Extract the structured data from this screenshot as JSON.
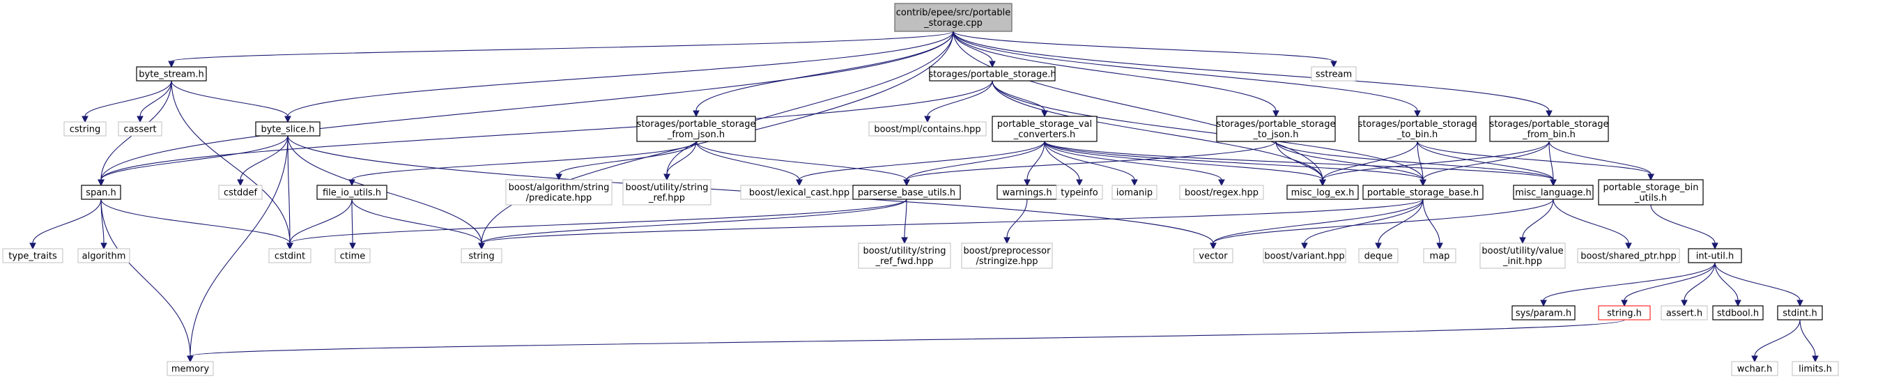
{
  "nodes": [
    {
      "id": "portable_storage_cpp",
      "lines": [
        "contrib/epee/src/portable",
        "_storage.cpp"
      ],
      "style": "root"
    },
    {
      "id": "byte_stream_h",
      "lines": [
        "byte_stream.h"
      ],
      "style": "doc"
    },
    {
      "id": "storages_portable_storage_h",
      "lines": [
        "storages/portable_storage.h"
      ],
      "style": "doc"
    },
    {
      "id": "sstream",
      "lines": [
        "sstream"
      ],
      "style": "sys"
    },
    {
      "id": "cstring",
      "lines": [
        "cstring"
      ],
      "style": "sys"
    },
    {
      "id": "cassert",
      "lines": [
        "cassert"
      ],
      "style": "sys"
    },
    {
      "id": "byte_slice_h",
      "lines": [
        "byte_slice.h"
      ],
      "style": "doc"
    },
    {
      "id": "boost_mpl_contains",
      "lines": [
        "boost/mpl/contains.hpp"
      ],
      "style": "sys"
    },
    {
      "id": "ps_from_json",
      "lines": [
        "storages/portable_storage",
        "_from_json.h"
      ],
      "style": "doc"
    },
    {
      "id": "ps_val_converters",
      "lines": [
        "portable_storage_val",
        "_converters.h"
      ],
      "style": "doc"
    },
    {
      "id": "ps_to_json",
      "lines": [
        "storages/portable_storage",
        "_to_json.h"
      ],
      "style": "doc"
    },
    {
      "id": "ps_to_bin",
      "lines": [
        "storages/portable_storage",
        "_to_bin.h"
      ],
      "style": "doc"
    },
    {
      "id": "ps_from_bin",
      "lines": [
        "storages/portable_storage",
        "_from_bin.h"
      ],
      "style": "doc"
    },
    {
      "id": "span_h",
      "lines": [
        "span.h"
      ],
      "style": "doc"
    },
    {
      "id": "cstddef",
      "lines": [
        "cstddef"
      ],
      "style": "sys"
    },
    {
      "id": "file_io_utils_h",
      "lines": [
        "file_io_utils.h"
      ],
      "style": "doc"
    },
    {
      "id": "boost_algo_predicate",
      "lines": [
        "boost/algorithm/string",
        "/predicate.hpp"
      ],
      "style": "sys"
    },
    {
      "id": "boost_utility_string_ref",
      "lines": [
        "boost/utility/string",
        "_ref.hpp"
      ],
      "style": "sys"
    },
    {
      "id": "boost_lexical_cast",
      "lines": [
        "boost/lexical_cast.hpp"
      ],
      "style": "sys"
    },
    {
      "id": "parserse_base_utils_h",
      "lines": [
        "parserse_base_utils.h"
      ],
      "style": "doc"
    },
    {
      "id": "warnings_h",
      "lines": [
        "warnings.h"
      ],
      "style": "doc"
    },
    {
      "id": "typeinfo",
      "lines": [
        "typeinfo"
      ],
      "style": "sys"
    },
    {
      "id": "iomanip",
      "lines": [
        "iomanip"
      ],
      "style": "sys"
    },
    {
      "id": "boost_regex",
      "lines": [
        "boost/regex.hpp"
      ],
      "style": "sys"
    },
    {
      "id": "misc_log_ex_h",
      "lines": [
        "misc_log_ex.h"
      ],
      "style": "doc"
    },
    {
      "id": "portable_storage_base_h",
      "lines": [
        "portable_storage_base.h"
      ],
      "style": "doc"
    },
    {
      "id": "misc_language_h",
      "lines": [
        "misc_language.h"
      ],
      "style": "doc"
    },
    {
      "id": "ps_bin_utils",
      "lines": [
        "portable_storage_bin",
        "_utils.h"
      ],
      "style": "doc"
    },
    {
      "id": "type_traits",
      "lines": [
        "type_traits"
      ],
      "style": "sys"
    },
    {
      "id": "algorithm",
      "lines": [
        "algorithm"
      ],
      "style": "sys"
    },
    {
      "id": "cstdint",
      "lines": [
        "cstdint"
      ],
      "style": "sys"
    },
    {
      "id": "ctime",
      "lines": [
        "ctime"
      ],
      "style": "sys"
    },
    {
      "id": "string",
      "lines": [
        "string"
      ],
      "style": "sys"
    },
    {
      "id": "boost_utility_string_ref_fwd",
      "lines": [
        "boost/utility/string",
        "_ref_fwd.hpp"
      ],
      "style": "sys"
    },
    {
      "id": "boost_preprocessor_stringize",
      "lines": [
        "boost/preprocessor",
        "/stringize.hpp"
      ],
      "style": "sys"
    },
    {
      "id": "vector",
      "lines": [
        "vector"
      ],
      "style": "sys"
    },
    {
      "id": "boost_variant",
      "lines": [
        "boost/variant.hpp"
      ],
      "style": "sys"
    },
    {
      "id": "deque",
      "lines": [
        "deque"
      ],
      "style": "sys"
    },
    {
      "id": "map",
      "lines": [
        "map"
      ],
      "style": "sys"
    },
    {
      "id": "boost_utility_value_init",
      "lines": [
        "boost/utility/value",
        "_init.hpp"
      ],
      "style": "sys"
    },
    {
      "id": "boost_shared_ptr",
      "lines": [
        "boost/shared_ptr.hpp"
      ],
      "style": "sys"
    },
    {
      "id": "int_util_h",
      "lines": [
        "int-util.h"
      ],
      "style": "doc"
    },
    {
      "id": "sys_param_h",
      "lines": [
        "sys/param.h"
      ],
      "style": "doc"
    },
    {
      "id": "string_h",
      "lines": [
        "string.h"
      ],
      "style": "missing"
    },
    {
      "id": "assert_h",
      "lines": [
        "assert.h"
      ],
      "style": "sys"
    },
    {
      "id": "stdbool_h",
      "lines": [
        "stdbool.h"
      ],
      "style": "doc"
    },
    {
      "id": "stdint_h",
      "lines": [
        "stdint.h"
      ],
      "style": "doc"
    },
    {
      "id": "memory",
      "lines": [
        "memory"
      ],
      "style": "sys"
    },
    {
      "id": "wchar_h",
      "lines": [
        "wchar.h"
      ],
      "style": "sys"
    },
    {
      "id": "limits_h",
      "lines": [
        "limits.h"
      ],
      "style": "sys"
    }
  ],
  "edges": [
    [
      "portable_storage_cpp",
      "byte_stream_h"
    ],
    [
      "portable_storage_cpp",
      "storages_portable_storage_h"
    ],
    [
      "portable_storage_cpp",
      "sstream"
    ],
    [
      "portable_storage_cpp",
      "span_h"
    ],
    [
      "portable_storage_cpp",
      "byte_slice_h"
    ],
    [
      "portable_storage_cpp",
      "string"
    ],
    [
      "portable_storage_cpp",
      "ps_from_json"
    ],
    [
      "portable_storage_cpp",
      "boost_utility_string_ref"
    ],
    [
      "portable_storage_cpp",
      "misc_log_ex_h"
    ],
    [
      "portable_storage_cpp",
      "ps_to_json"
    ],
    [
      "portable_storage_cpp",
      "ps_to_bin"
    ],
    [
      "portable_storage_cpp",
      "ps_from_bin"
    ],
    [
      "byte_stream_h",
      "cstring"
    ],
    [
      "byte_stream_h",
      "cassert"
    ],
    [
      "byte_stream_h",
      "byte_slice_h"
    ],
    [
      "byte_stream_h",
      "span_h"
    ],
    [
      "byte_stream_h",
      "cstdint"
    ],
    [
      "storages_portable_storage_h",
      "boost_mpl_contains"
    ],
    [
      "storages_portable_storage_h",
      "ps_val_converters"
    ],
    [
      "storages_portable_storage_h",
      "span_h"
    ],
    [
      "storages_portable_storage_h",
      "misc_log_ex_h"
    ],
    [
      "storages_portable_storage_h",
      "portable_storage_base_h"
    ],
    [
      "byte_slice_h",
      "span_h"
    ],
    [
      "byte_slice_h",
      "cstddef"
    ],
    [
      "byte_slice_h",
      "cstdint"
    ],
    [
      "byte_slice_h",
      "memory"
    ],
    [
      "byte_slice_h",
      "string"
    ],
    [
      "byte_slice_h",
      "vector"
    ],
    [
      "ps_from_json",
      "file_io_utils_h"
    ],
    [
      "ps_from_json",
      "boost_algo_predicate"
    ],
    [
      "ps_from_json",
      "boost_utility_string_ref"
    ],
    [
      "ps_from_json",
      "boost_lexical_cast"
    ],
    [
      "ps_from_json",
      "parserse_base_utils_h"
    ],
    [
      "ps_val_converters",
      "boost_lexical_cast"
    ],
    [
      "ps_val_converters",
      "parserse_base_utils_h"
    ],
    [
      "ps_val_converters",
      "warnings_h"
    ],
    [
      "ps_val_converters",
      "typeinfo"
    ],
    [
      "ps_val_converters",
      "iomanip"
    ],
    [
      "ps_val_converters",
      "boost_regex"
    ],
    [
      "ps_val_converters",
      "misc_log_ex_h"
    ],
    [
      "ps_val_converters",
      "portable_storage_base_h"
    ],
    [
      "ps_val_converters",
      "misc_language_h"
    ],
    [
      "ps_to_json",
      "parserse_base_utils_h"
    ],
    [
      "ps_to_json",
      "misc_log_ex_h"
    ],
    [
      "ps_to_json",
      "portable_storage_base_h"
    ],
    [
      "ps_to_json",
      "misc_language_h"
    ],
    [
      "ps_to_bin",
      "misc_log_ex_h"
    ],
    [
      "ps_to_bin",
      "portable_storage_base_h"
    ],
    [
      "ps_to_bin",
      "misc_language_h"
    ],
    [
      "ps_to_bin",
      "ps_bin_utils"
    ],
    [
      "ps_from_bin",
      "misc_log_ex_h"
    ],
    [
      "ps_from_bin",
      "portable_storage_base_h"
    ],
    [
      "ps_from_bin",
      "misc_language_h"
    ],
    [
      "ps_from_bin",
      "ps_bin_utils"
    ],
    [
      "span_h",
      "type_traits"
    ],
    [
      "span_h",
      "algorithm"
    ],
    [
      "span_h",
      "cstdint"
    ],
    [
      "span_h",
      "memory"
    ],
    [
      "file_io_utils_h",
      "cstdint"
    ],
    [
      "file_io_utils_h",
      "ctime"
    ],
    [
      "file_io_utils_h",
      "string"
    ],
    [
      "parserse_base_utils_h",
      "boost_utility_string_ref_fwd"
    ],
    [
      "parserse_base_utils_h",
      "string"
    ],
    [
      "parserse_base_utils_h",
      "cstdint"
    ],
    [
      "warnings_h",
      "boost_preprocessor_stringize"
    ],
    [
      "portable_storage_base_h",
      "boost_variant"
    ],
    [
      "portable_storage_base_h",
      "deque"
    ],
    [
      "portable_storage_base_h",
      "map"
    ],
    [
      "portable_storage_base_h",
      "string"
    ],
    [
      "portable_storage_base_h",
      "vector"
    ],
    [
      "misc_language_h",
      "boost_utility_value_init"
    ],
    [
      "misc_language_h",
      "boost_shared_ptr"
    ],
    [
      "misc_language_h",
      "vector"
    ],
    [
      "ps_bin_utils",
      "int_util_h"
    ],
    [
      "int_util_h",
      "sys_param_h"
    ],
    [
      "int_util_h",
      "string_h"
    ],
    [
      "int_util_h",
      "assert_h"
    ],
    [
      "int_util_h",
      "stdbool_h"
    ],
    [
      "int_util_h",
      "stdint_h"
    ],
    [
      "string_h",
      "memory"
    ],
    [
      "stdint_h",
      "wchar_h"
    ],
    [
      "stdint_h",
      "limits_h"
    ]
  ],
  "colors": {
    "edge": "#191970",
    "root_fill": "#bfbfbf",
    "doc_border": "#000000",
    "sys_border": "#bfbfbf",
    "missing_border": "#ff0000",
    "sys_text": "#000000"
  }
}
